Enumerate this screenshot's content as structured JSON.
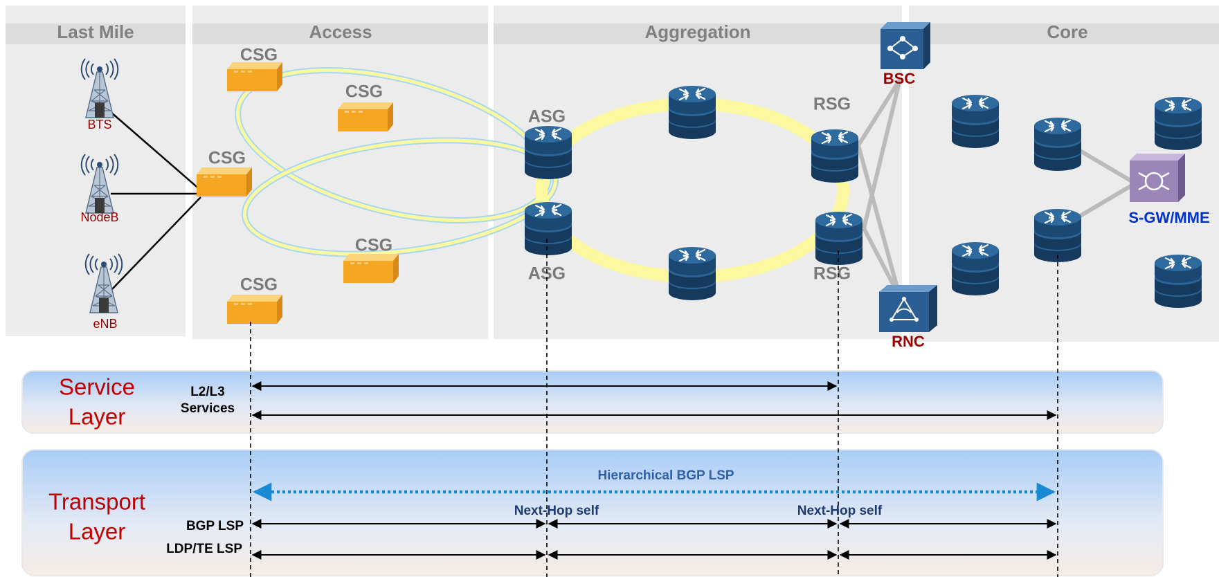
{
  "zones": {
    "last_mile": "Last Mile",
    "access": "Access",
    "aggregation": "Aggregation",
    "core": "Core"
  },
  "nodes": {
    "bts": "BTS",
    "nodeb": "NodeB",
    "enb": "eNB",
    "csg": "CSG",
    "asg": "ASG",
    "rsg": "RSG",
    "bsc": "BSC",
    "rnc": "RNC",
    "sgw_mme": "S-GW/MME"
  },
  "service_layer": {
    "title_line1": "Service",
    "title_line2": "Layer",
    "label_line1": "L2/L3",
    "label_line2": "Services"
  },
  "transport_layer": {
    "title_line1": "Transport",
    "title_line2": "Layer",
    "hierarchical_bgp_lsp": "Hierarchical BGP LSP",
    "next_hop_self_1": "Next-Hop self",
    "next_hop_self_2": "Next-Hop self",
    "bgp_lsp": "BGP LSP",
    "ldp_te_lsp": "LDP/TE LSP"
  },
  "colors": {
    "zone_bg": "#ececec",
    "zone_header": "#dcdcdc",
    "zone_title": "#808080",
    "node_label_gray": "#7a7a7a",
    "dark_red": "#990000",
    "layer_title_red": "#c00000",
    "sgw_blue": "#0033cc",
    "lsp_blue": "#1a8ad4",
    "router_blue": "#1f4e79",
    "csg_orange": "#f5a623",
    "ring_yellow": "#fbf8a0"
  }
}
